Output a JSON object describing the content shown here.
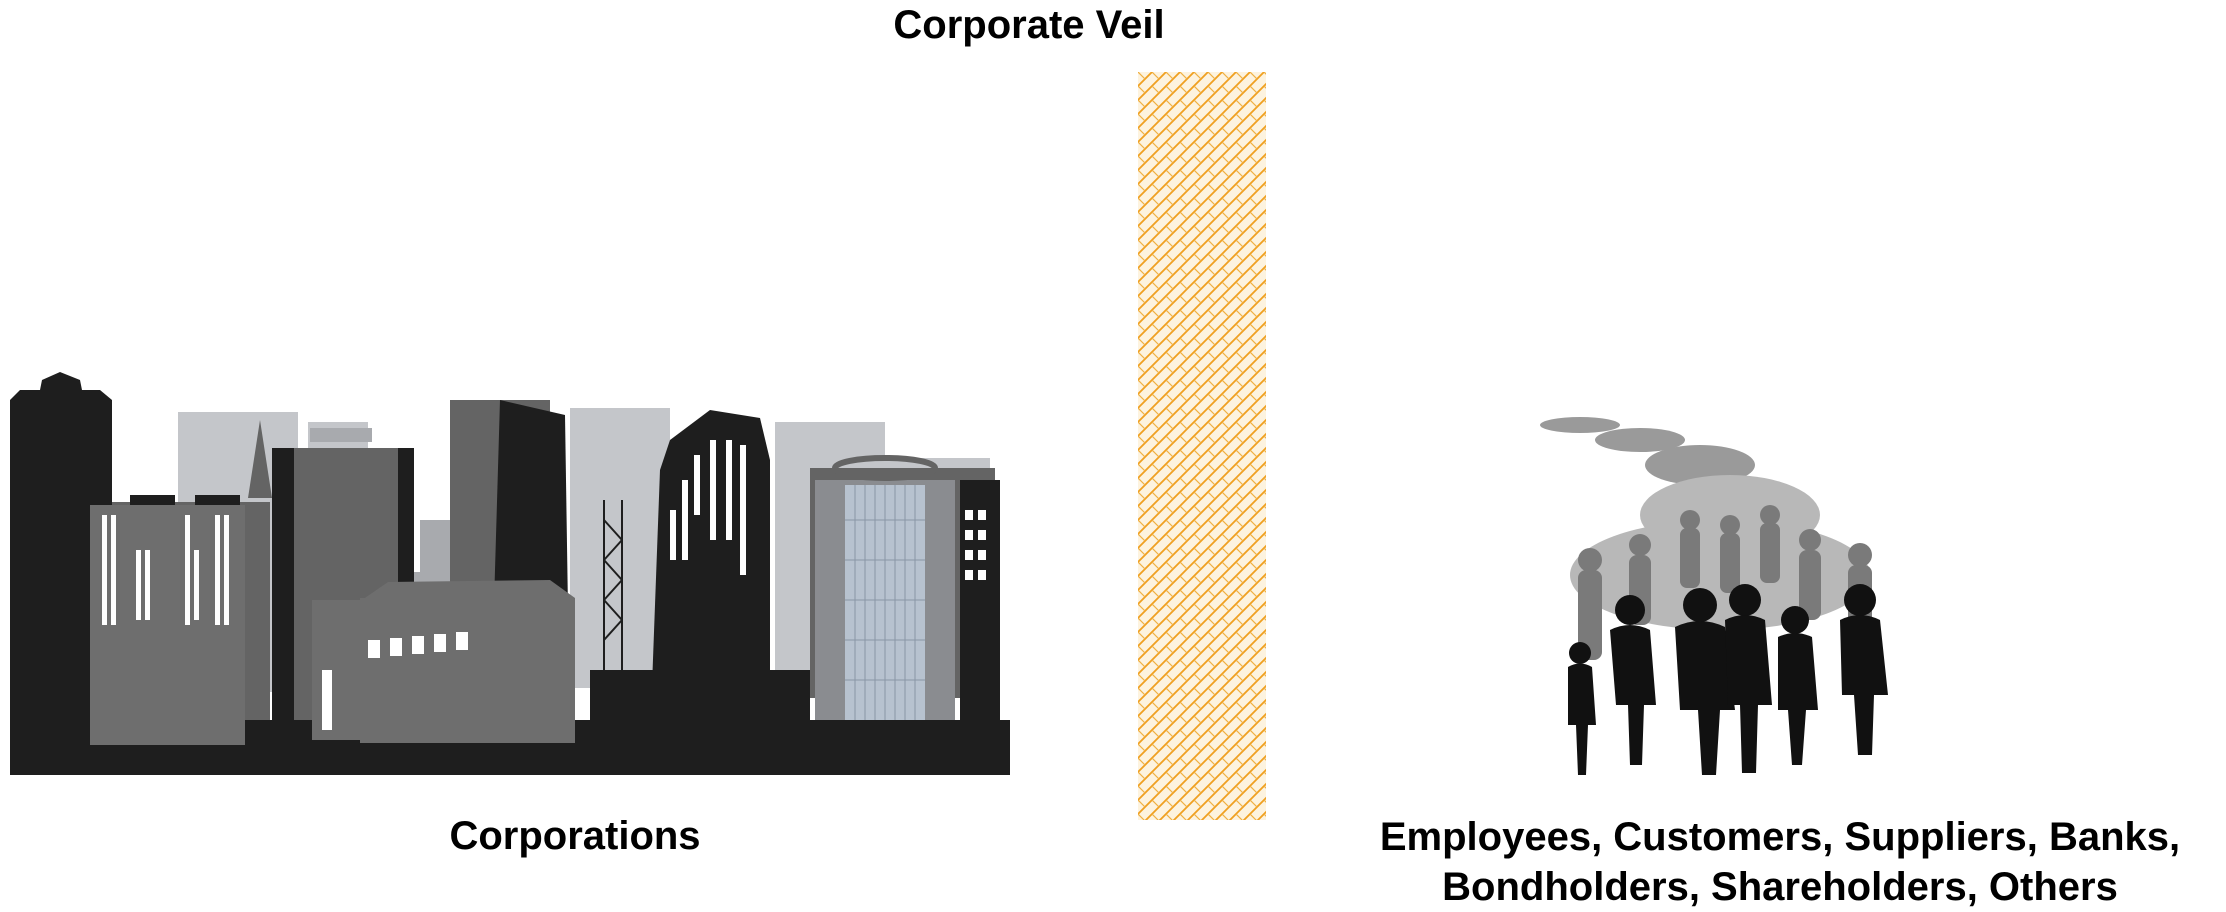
{
  "title": "Corporate Veil",
  "left_label": "Corporations",
  "right_label": {
    "line1": "Employees, Customers, Suppliers, Banks,",
    "line2": "Bondholders, Shareholders, Others"
  },
  "colors": {
    "veil_pattern": "#f0a020",
    "building_dark": "#1e1e1e",
    "building_mid": "#646464",
    "building_light": "#c4c6ca",
    "window": "#ffffff"
  },
  "icons": {
    "skyline": "city-skyline-icon",
    "veil": "mesh-veil-icon",
    "crowd": "crowd-of-people-icon"
  }
}
